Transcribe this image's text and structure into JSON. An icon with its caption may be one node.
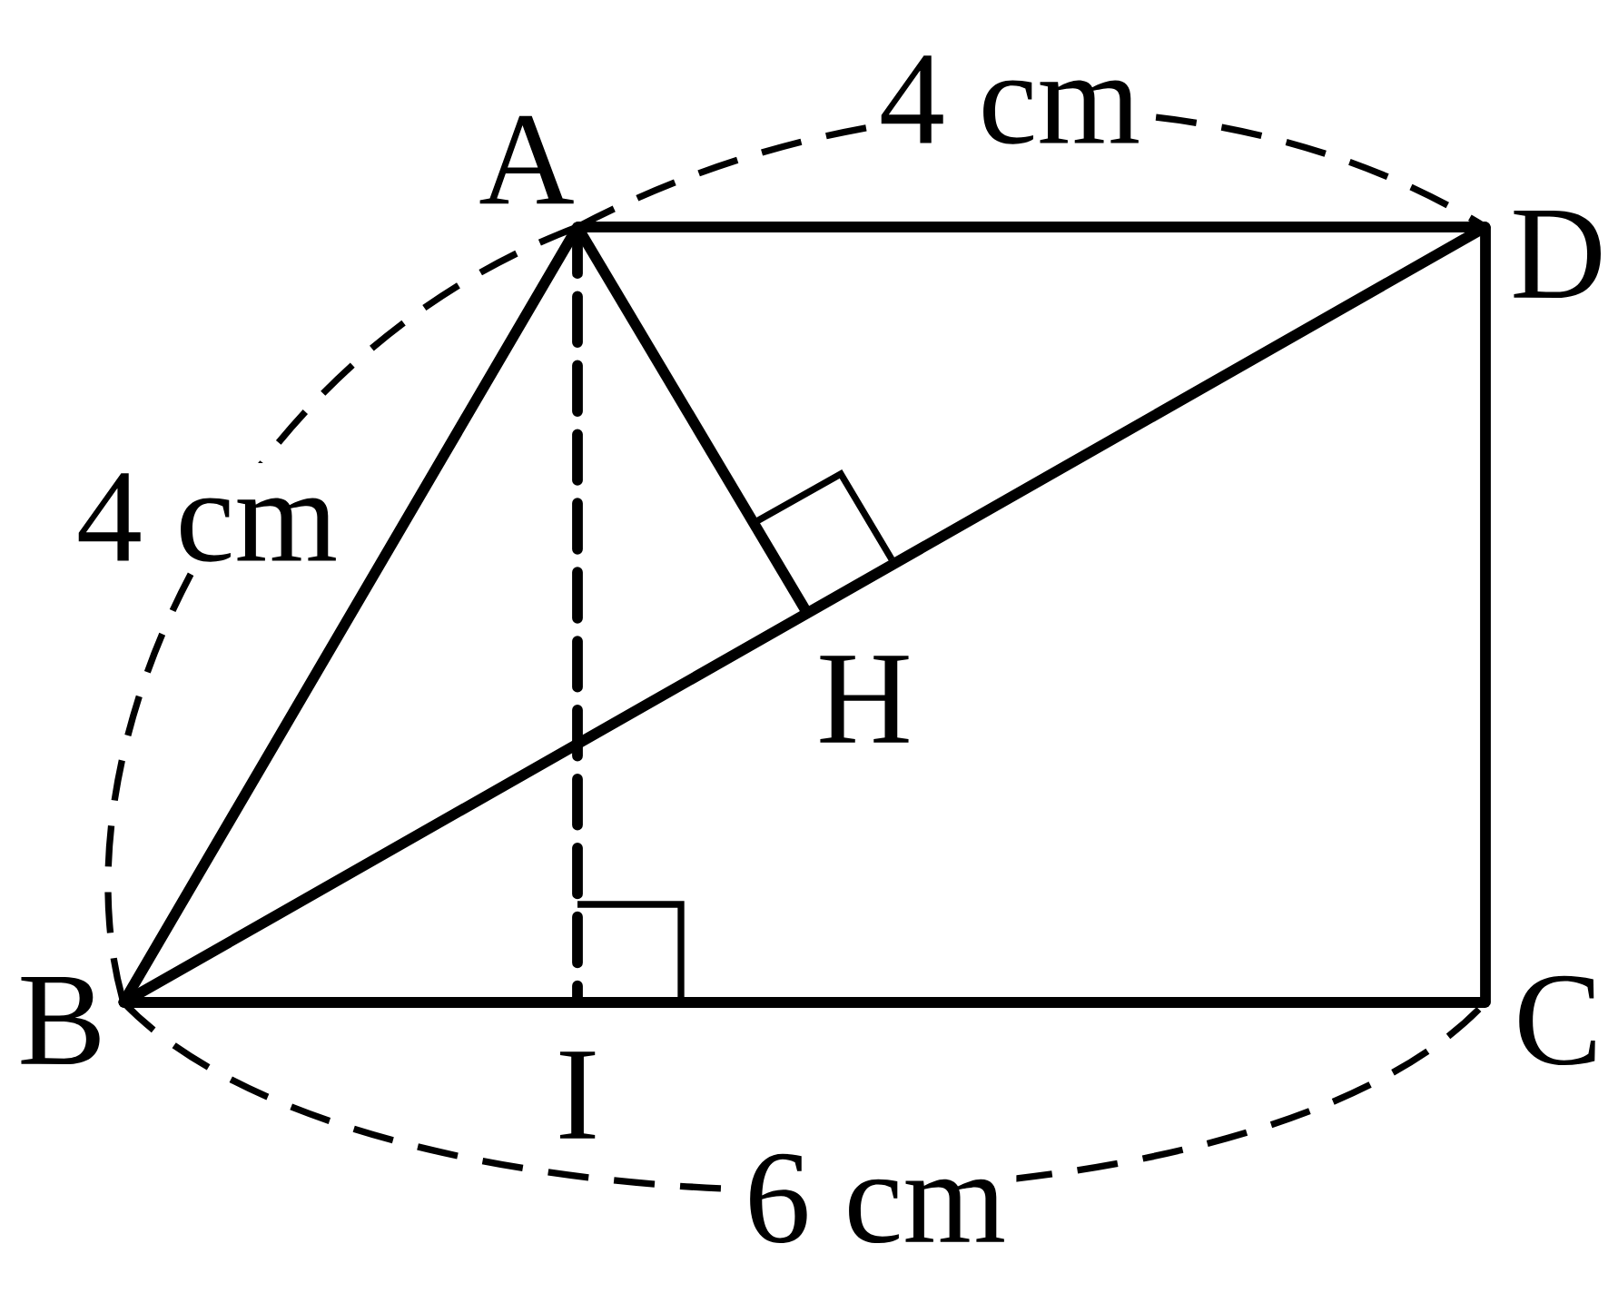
{
  "diagram": {
    "nodes": [
      {
        "text": [
          "A"
        ]
      },
      {
        "text": [
          "B"
        ]
      },
      {
        "text": [
          "C"
        ]
      },
      {
        "text": [
          "D"
        ]
      },
      {
        "text": [
          "H"
        ]
      },
      {
        "text": [
          "I"
        ]
      }
    ],
    "edges": [
      {
        "from": 0,
        "to": 3,
        "arrow": "none"
      },
      {
        "from": 3,
        "to": 2,
        "arrow": "none"
      },
      {
        "from": 2,
        "to": 1,
        "arrow": "none"
      },
      {
        "from": 1,
        "to": 0,
        "arrow": "none"
      },
      {
        "from": 1,
        "to": 3,
        "arrow": "none"
      },
      {
        "from": 0,
        "to": 4,
        "arrow": "none"
      },
      {
        "from": 0,
        "to": 5,
        "arrow": "none",
        "style": "dashed"
      }
    ],
    "labels": [
      "4 cm",
      "4 cm",
      "6 cm"
    ]
  }
}
